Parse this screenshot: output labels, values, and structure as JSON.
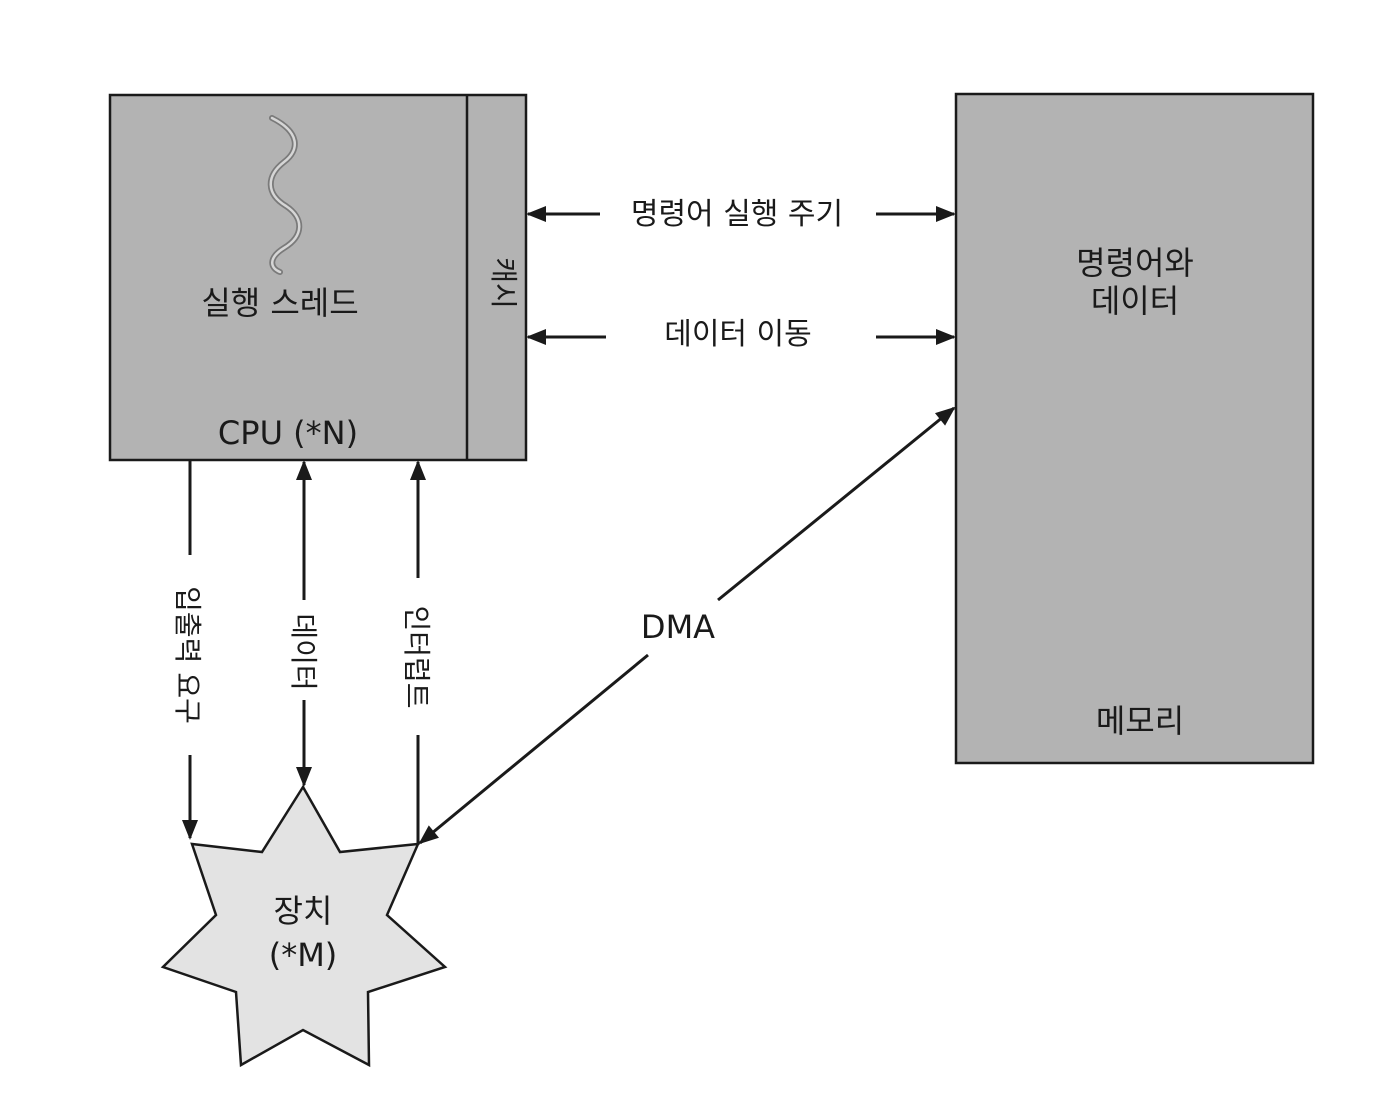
{
  "cpu": {
    "thread_label": "실행 스레드",
    "name_label": "CPU (*N)",
    "cache_label": "캐시"
  },
  "memory": {
    "content_line1": "명령어와",
    "content_line2": "데이터",
    "name_label": "메모리"
  },
  "device": {
    "line1": "장치",
    "line2": "(*M)"
  },
  "links": {
    "instruction_cycle": "명령어 실행 주기",
    "data_movement": "데이터 이동",
    "io_request": "입출력 요구",
    "data": "데이터",
    "interrupt": "인터럽트",
    "dma": "DMA"
  },
  "colors": {
    "box_fill": "#b3b3b3",
    "device_fill": "#e3e3e3",
    "line": "#1a1a1a",
    "wave": "#8e8e8e"
  }
}
